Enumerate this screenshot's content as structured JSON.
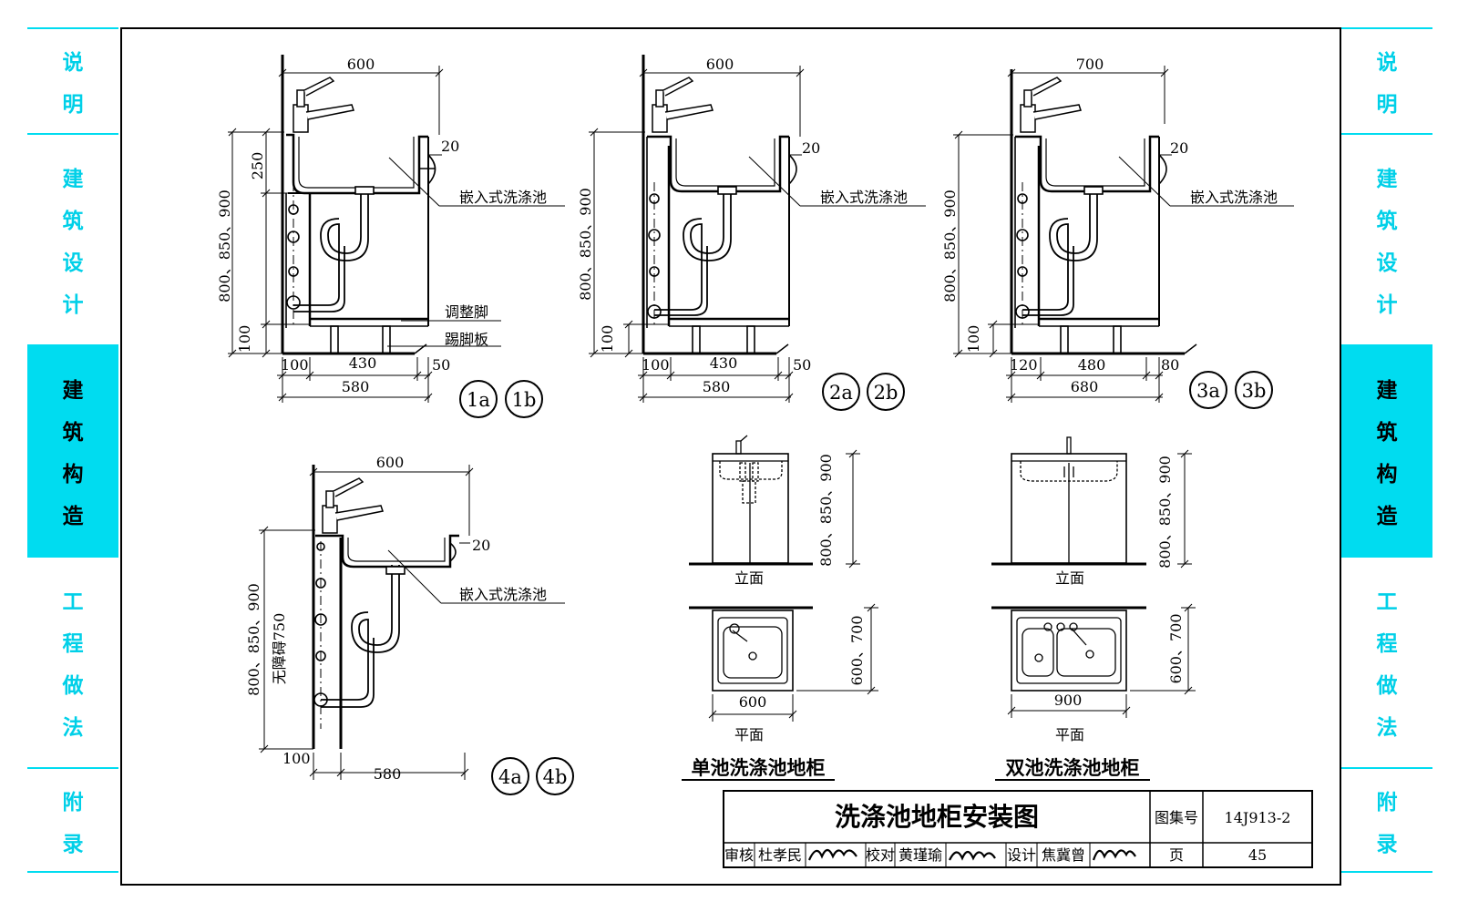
{
  "sidebar": [
    {
      "chars": [
        "说",
        "明"
      ],
      "active": false
    },
    {
      "chars": [
        "建",
        "筑",
        "设",
        "计"
      ],
      "active": false
    },
    {
      "chars": [
        "建",
        "筑",
        "构",
        "造"
      ],
      "active": true
    },
    {
      "chars": [
        "工",
        "程",
        "做",
        "法"
      ],
      "active": false
    },
    {
      "chars": [
        "附",
        "录"
      ],
      "active": false
    }
  ],
  "colors": {
    "accent": "#00dcf0",
    "accent_text": "#00d0e8"
  },
  "details": [
    {
      "width": "600",
      "height": "800、850、900",
      "top": "250",
      "rim": "20",
      "toe": "100",
      "sink_label": "嵌入式洗涤池",
      "foot_label": "调整脚",
      "kick_label": "踢脚板",
      "left_off": "100",
      "inner": "430",
      "right_off": "50",
      "depth": "580",
      "marks": [
        "1a",
        "1b"
      ]
    },
    {
      "width": "600",
      "height": "800、850、900",
      "rim": "20",
      "toe": "100",
      "sink_label": "嵌入式洗涤池",
      "left_off": "100",
      "inner": "430",
      "right_off": "50",
      "depth": "580",
      "marks": [
        "2a",
        "2b"
      ]
    },
    {
      "width": "700",
      "height": "800、850、900",
      "rim": "20",
      "toe": "100",
      "sink_label": "嵌入式洗涤池",
      "left_off": "120",
      "inner": "480",
      "right_off": "80",
      "depth": "680",
      "marks": [
        "3a",
        "3b"
      ]
    },
    {
      "width": "600",
      "height": "800、850、900",
      "clear": "无障碍750",
      "rim": "20",
      "sink_label": "嵌入式洗涤池",
      "left_off": "100",
      "depth": "580",
      "marks": [
        "4a",
        "4b"
      ]
    }
  ],
  "single": {
    "title": "单池洗涤池地柜",
    "elev_label": "立面",
    "plan_label": "平面",
    "height": "800、850、900",
    "depth": "600、700",
    "width": "600"
  },
  "double": {
    "title": "双池洗涤池地柜",
    "elev_label": "立面",
    "plan_label": "平面",
    "height": "800、850、900",
    "depth": "600、700",
    "width": "900"
  },
  "title_block": {
    "title": "洗涤池地柜安装图",
    "atlas_label": "图集号",
    "atlas_no": "14J913-2",
    "page_label": "页",
    "page_no": "45",
    "review_label": "审核",
    "review_name": "杜孝民",
    "check_label": "校对",
    "check_name": "黄瑾瑜",
    "design_label": "设计",
    "design_name": "焦冀曾"
  }
}
